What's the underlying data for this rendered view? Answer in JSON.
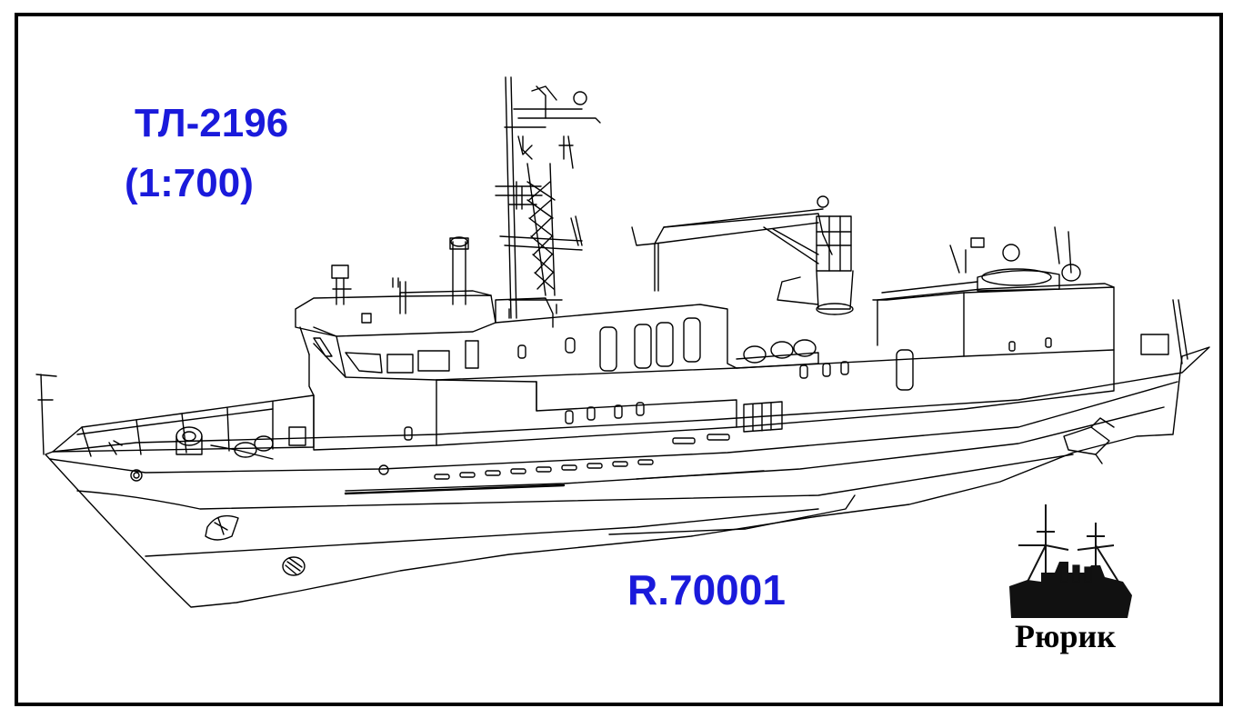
{
  "title": {
    "model": "ТЛ-2196",
    "scale": "(1:700)"
  },
  "product_code": "R.70001",
  "brand": {
    "name": "Рюрик",
    "logo_icon": "cruiser-silhouette-icon"
  },
  "illustration": {
    "icon": "torpedo-retriever-ship-line-drawing"
  },
  "colors": {
    "title_text": "#1a1adb",
    "line_art": "#000000",
    "background": "#ffffff"
  }
}
